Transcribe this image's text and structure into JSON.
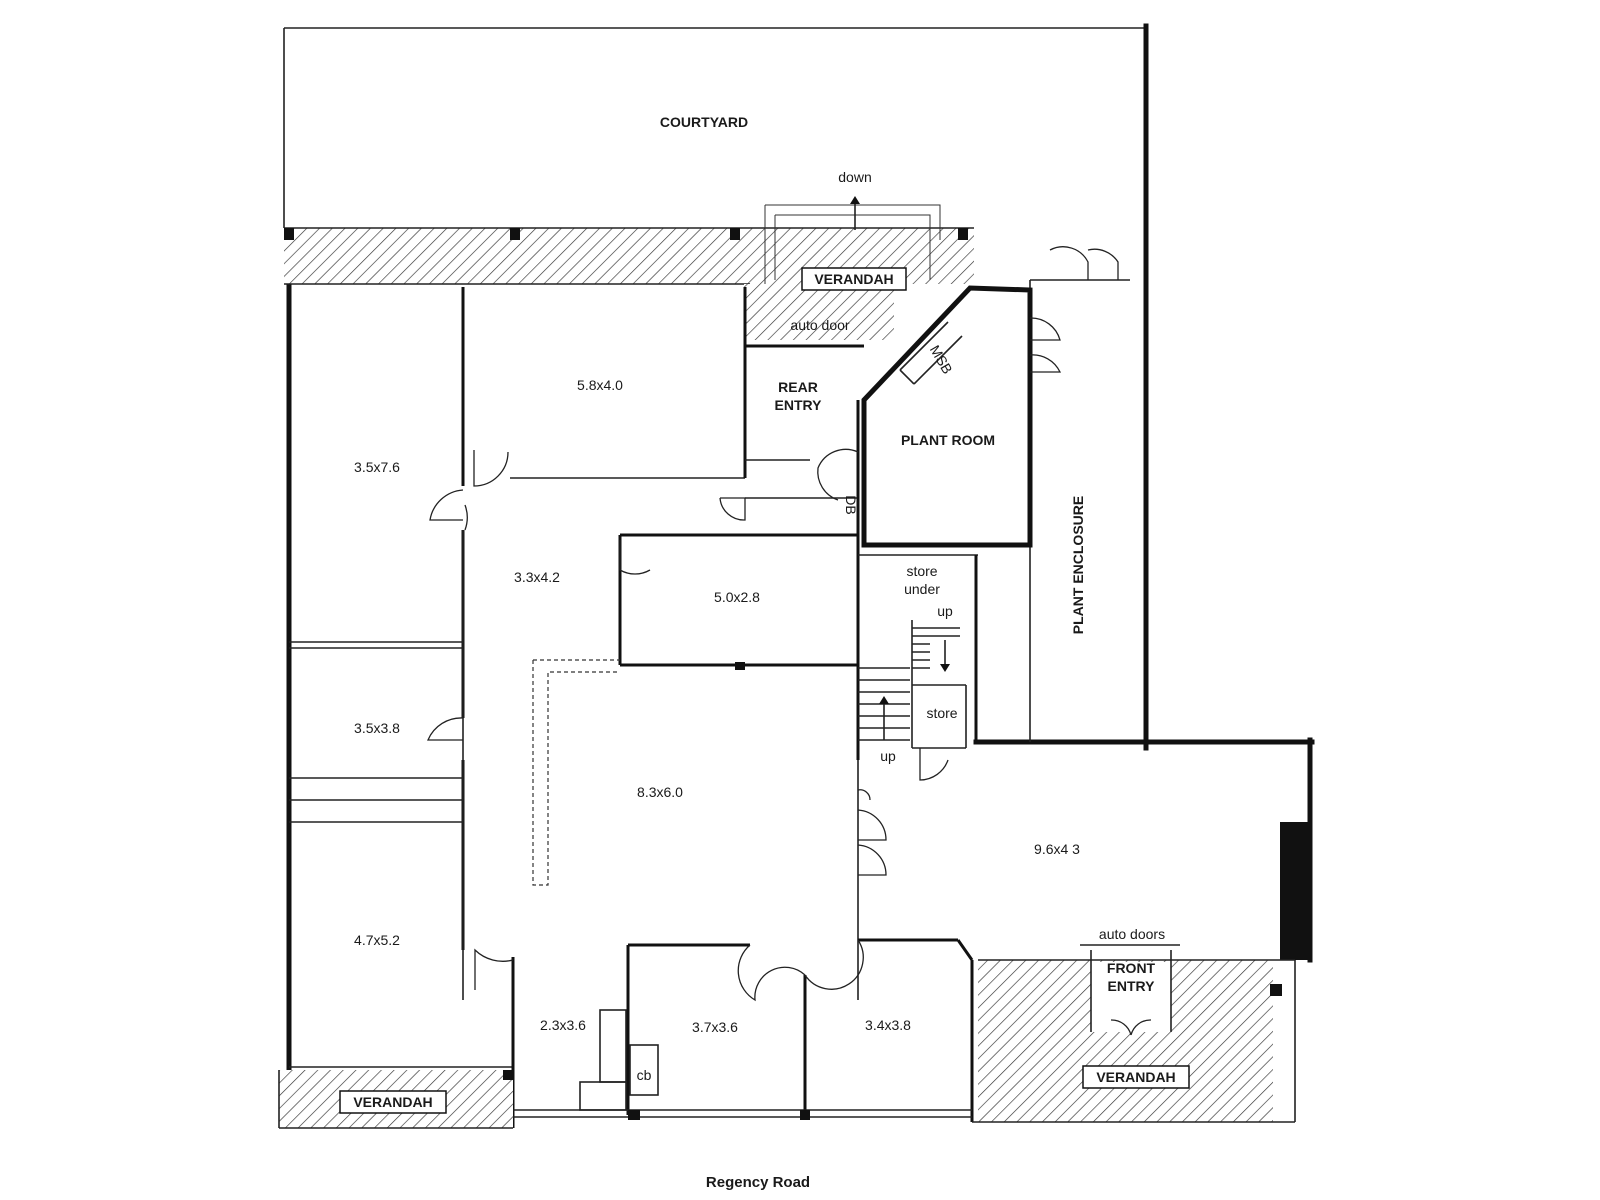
{
  "title": "",
  "rooms": {
    "courtyard": "COURTYARD",
    "down": "down",
    "verandah_rear": "VERANDAH",
    "auto_door": "auto door",
    "msb": "MSB",
    "rear_entry_line1": "REAR",
    "rear_entry_line2": "ENTRY",
    "plant_room": "PLANT ROOM",
    "plant_enclosure": "PLANT ENCLOSURE",
    "db": "DB",
    "room_58x40": "5.8x4.0",
    "room_35x76": "3.5x7.6",
    "room_33x42": "3.3x4.2",
    "room_50x28": "5.0x2.8",
    "store_under_line1": "store",
    "store_under_line2": "under",
    "up_top": "up",
    "store": "store",
    "up_bottom": "up",
    "room_35x38": "3.5x3.8",
    "room_83x60": "8.3x6.0",
    "room_96x43": "9.6x4 3",
    "auto_doors": "auto doors",
    "front_entry_line1": "FRONT",
    "front_entry_line2": "ENTRY",
    "room_47x52": "4.7x5.2",
    "room_23x36": "2.3x3.6",
    "cb": "cb",
    "room_37x36": "3.7x3.6",
    "room_34x38": "3.4x3.8",
    "verandah_left": "VERANDAH",
    "verandah_front": "VERANDAH"
  },
  "street": "Regency Road",
  "colors": {
    "wall": "#111111",
    "background": "#ffffff",
    "hatch": "#333333"
  }
}
